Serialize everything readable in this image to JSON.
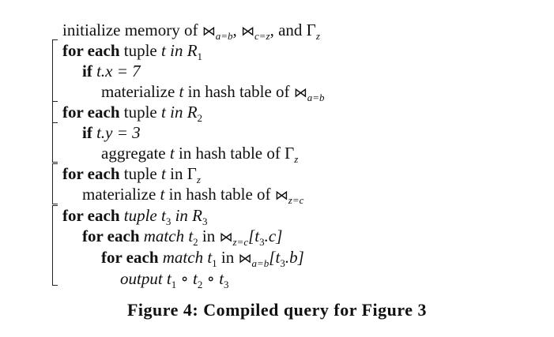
{
  "lines": {
    "l0": {
      "a": "initialize memory of ",
      "j1": "⋈",
      "s1": "a=b",
      "c1": ", ",
      "j2": "⋈",
      "s2": "c=z",
      "c2": ", and Γ",
      "s3": "z"
    },
    "l1": {
      "kw": "for each",
      "a": " tuple ",
      "v": "t",
      "b": " in R",
      "s": "1"
    },
    "l2": {
      "kw": "if",
      "a": " t.x = 7"
    },
    "l3": {
      "a": "materialize ",
      "v": "t",
      "b": " in hash table of ",
      "j": "⋈",
      "s": "a=b"
    },
    "l4": {
      "kw": "for each",
      "a": " tuple ",
      "v": "t",
      "b": " in R",
      "s": "2"
    },
    "l5": {
      "kw": "if",
      "a": " t.y = 3"
    },
    "l6": {
      "a": "aggregate ",
      "v": "t",
      "b": " in hash table of Γ",
      "s": "z"
    },
    "l7": {
      "kw": "for each",
      "a": " tuple ",
      "v": "t",
      "b": " in Γ",
      "s": "z"
    },
    "l8": {
      "a": "materialize ",
      "v": "t",
      "b": " in hash table of ",
      "j": "⋈",
      "s": "z=c"
    },
    "l9": {
      "kw": "for each",
      "a": " tuple t",
      "s": "3",
      "b": " in R",
      "s2": "3"
    },
    "l10": {
      "kw": "for each",
      "a": " match t",
      "s": "2",
      "b": " in ",
      "j": "⋈",
      "js": "z=c",
      "c": "[t",
      "cs": "3",
      "d": ".c]"
    },
    "l11": {
      "kw": "for each",
      "a": " match t",
      "s": "1",
      "b": " in ",
      "j": "⋈",
      "js": "a=b",
      "c": "[t",
      "cs": "3",
      "d": ".b]"
    },
    "l12": {
      "a": "output t",
      "s1": "1",
      "b": " ∘ t",
      "s2": "2",
      "c": " ∘ t",
      "s3": "3"
    }
  },
  "caption": "Figure 4: Compiled query for Figure 3"
}
